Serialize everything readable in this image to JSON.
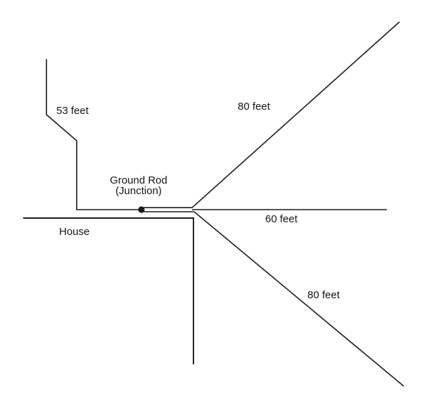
{
  "diagram": {
    "type": "ground-rod-wiring-layout",
    "background_color": "#ffffff",
    "line_color": "#1b1b1b",
    "text_color": "#151515",
    "junction": {
      "label_line1": "Ground Rod",
      "label_line2": "(Junction)"
    },
    "house": {
      "label": "House"
    },
    "wires": [
      {
        "id": "wire-53-feet",
        "label": "53 feet",
        "length_feet": 53,
        "direction": "up-left from junction with jog"
      },
      {
        "id": "wire-80-feet-upper",
        "label": "80 feet",
        "length_feet": 80,
        "direction": "diagonal up-right from junction"
      },
      {
        "id": "wire-60-feet",
        "label": "60 feet",
        "length_feet": 60,
        "direction": "horizontal right from junction"
      },
      {
        "id": "wire-80-feet-lower",
        "label": "80 feet",
        "length_feet": 80,
        "direction": "diagonal down-right from junction"
      }
    ]
  }
}
